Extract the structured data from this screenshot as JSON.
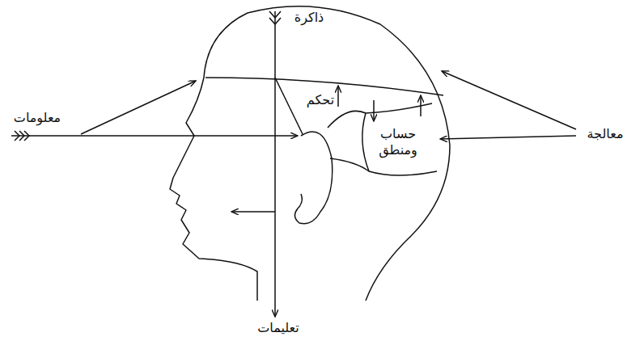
{
  "diagram": {
    "labels": [
      "ذاكرة",
      "تحكم",
      "حساب ومنطق",
      "معلومات",
      "معالجة",
      "تعليمات"
    ]
  }
}
